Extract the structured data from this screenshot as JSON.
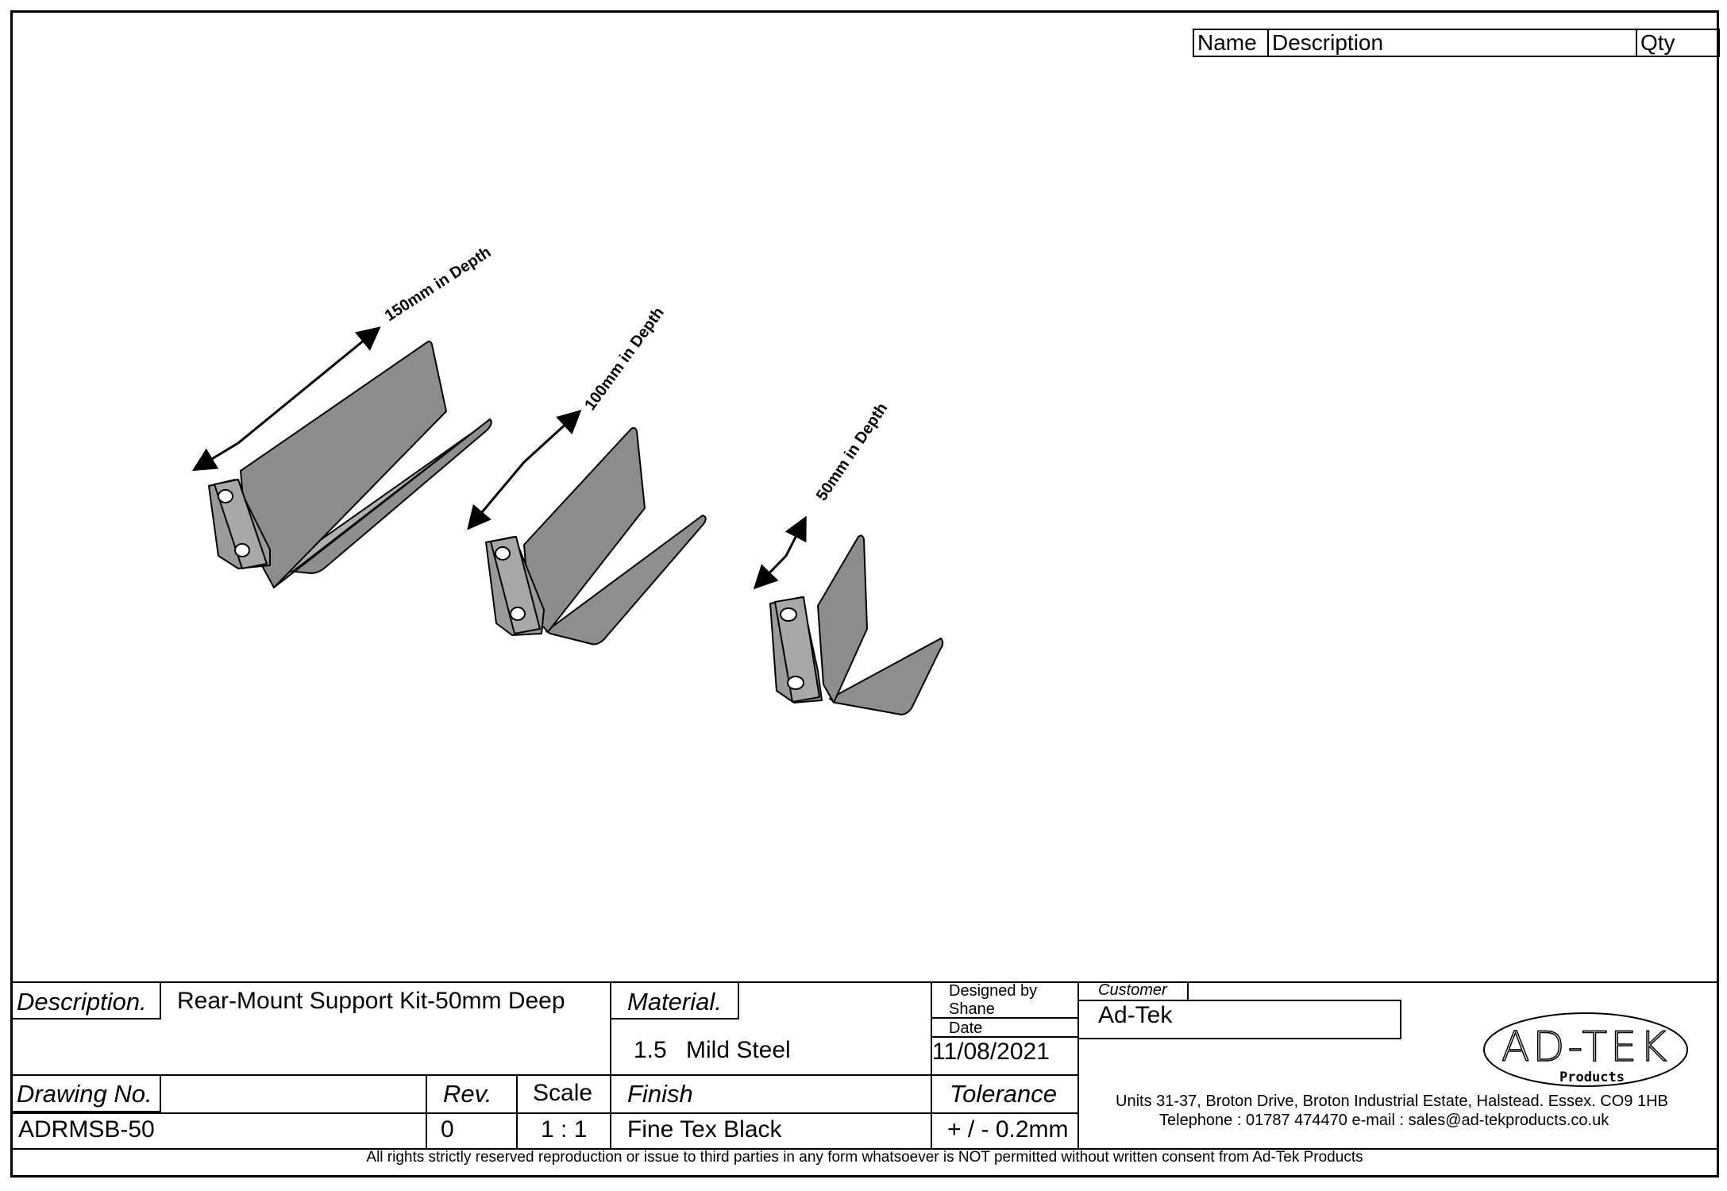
{
  "bom": {
    "headers": [
      "Name",
      "Description",
      "Qty"
    ]
  },
  "drawing": {
    "dimensions": [
      {
        "label": "150mm in Depth"
      },
      {
        "label": "100mm in Depth"
      },
      {
        "label": "50mm in Depth"
      }
    ]
  },
  "title_block": {
    "description_label": "Description.",
    "description_value": "Rear-Mount Support Kit-50mm Deep",
    "material_label": "Material.",
    "material_thickness": "1.5",
    "material_value": "Mild Steel",
    "designed_by_label": "Designed by",
    "designed_by_value": "Shane",
    "date_label": "Date",
    "date_value": "11/08/2021",
    "customer_label": "Customer",
    "customer_value": "Ad-Tek",
    "drawing_no_label": "Drawing No.",
    "drawing_no_value": "ADRMSB-50",
    "rev_label": "Rev.",
    "rev_value": "0",
    "scale_label": "Scale",
    "scale_value": "1 : 1",
    "finish_label": "Finish",
    "finish_value": "Fine Tex Black",
    "tolerance_label": "Tolerance",
    "tolerance_value": "+ / - 0.2mm",
    "address": "Units 31-37, Broton Drive, Broton Industrial Estate, Halstead. Essex. CO9 1HB",
    "contact": "Telephone : 01787 474470  e-mail : sales@ad-tekproducts.co.uk",
    "logo_text": "AD-TEK",
    "logo_sub": "Products",
    "copyright": "All rights strictly reserved reproduction or issue to third parties in any form whatsoever is NOT permitted without written consent from Ad-Tek Products"
  },
  "colors": {
    "steel_face": "#8a8a8a",
    "steel_light": "#a6a6a6",
    "steel_edge": "#c8c8c8",
    "line": "#000000"
  }
}
